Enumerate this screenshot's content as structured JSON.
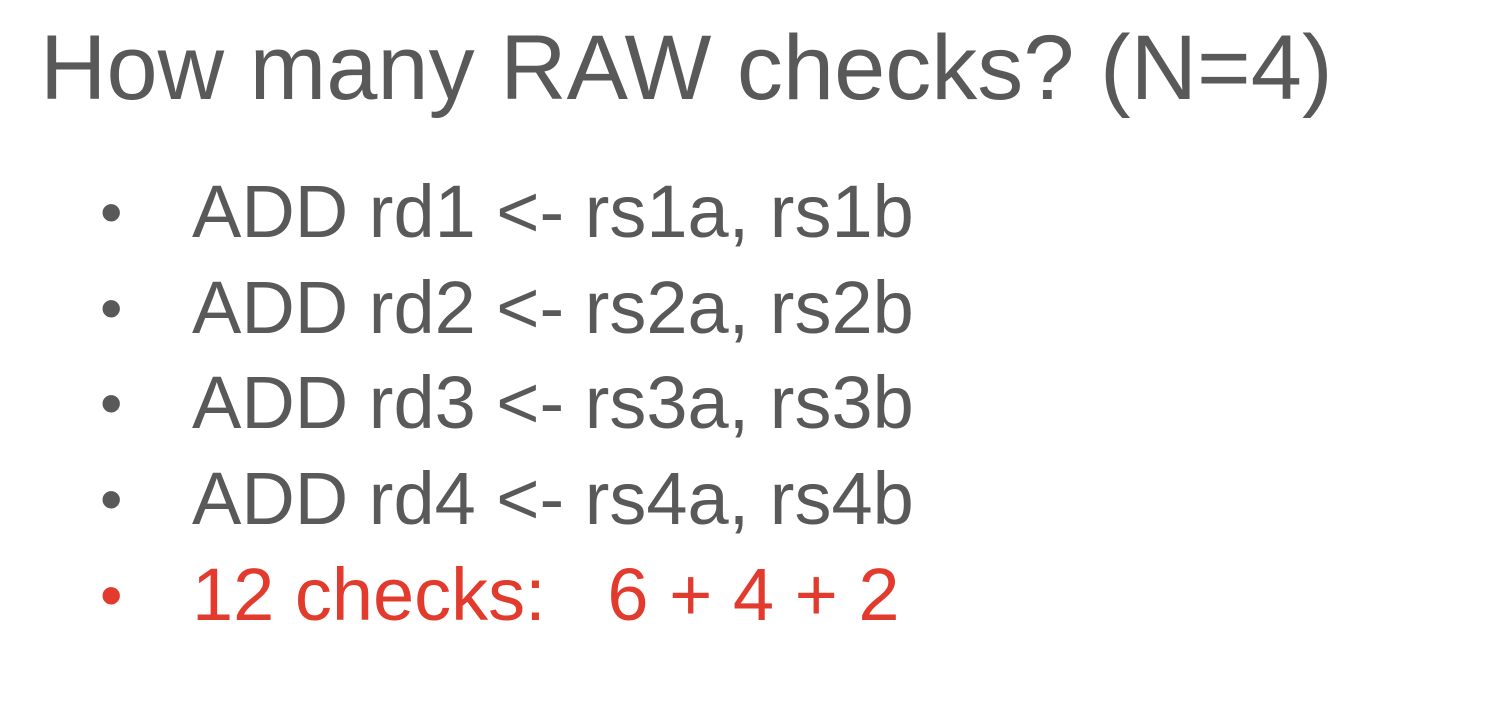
{
  "slide": {
    "title": "How many RAW checks? (N=4)",
    "bullet_glyph": "•",
    "items": [
      {
        "text": "ADD rd1 <- rs1a, rs1b"
      },
      {
        "text": "ADD rd2 <- rs2a, rs2b"
      },
      {
        "text": "ADD rd3 <- rs3a, rs3b"
      },
      {
        "text": "ADD rd4 <- rs4a, rs4b"
      },
      {
        "text": "12 checks:   6 + 4 + 2"
      }
    ]
  },
  "colors": {
    "text": "#595959",
    "accent": "#e23b2d",
    "background": "#ffffff"
  }
}
